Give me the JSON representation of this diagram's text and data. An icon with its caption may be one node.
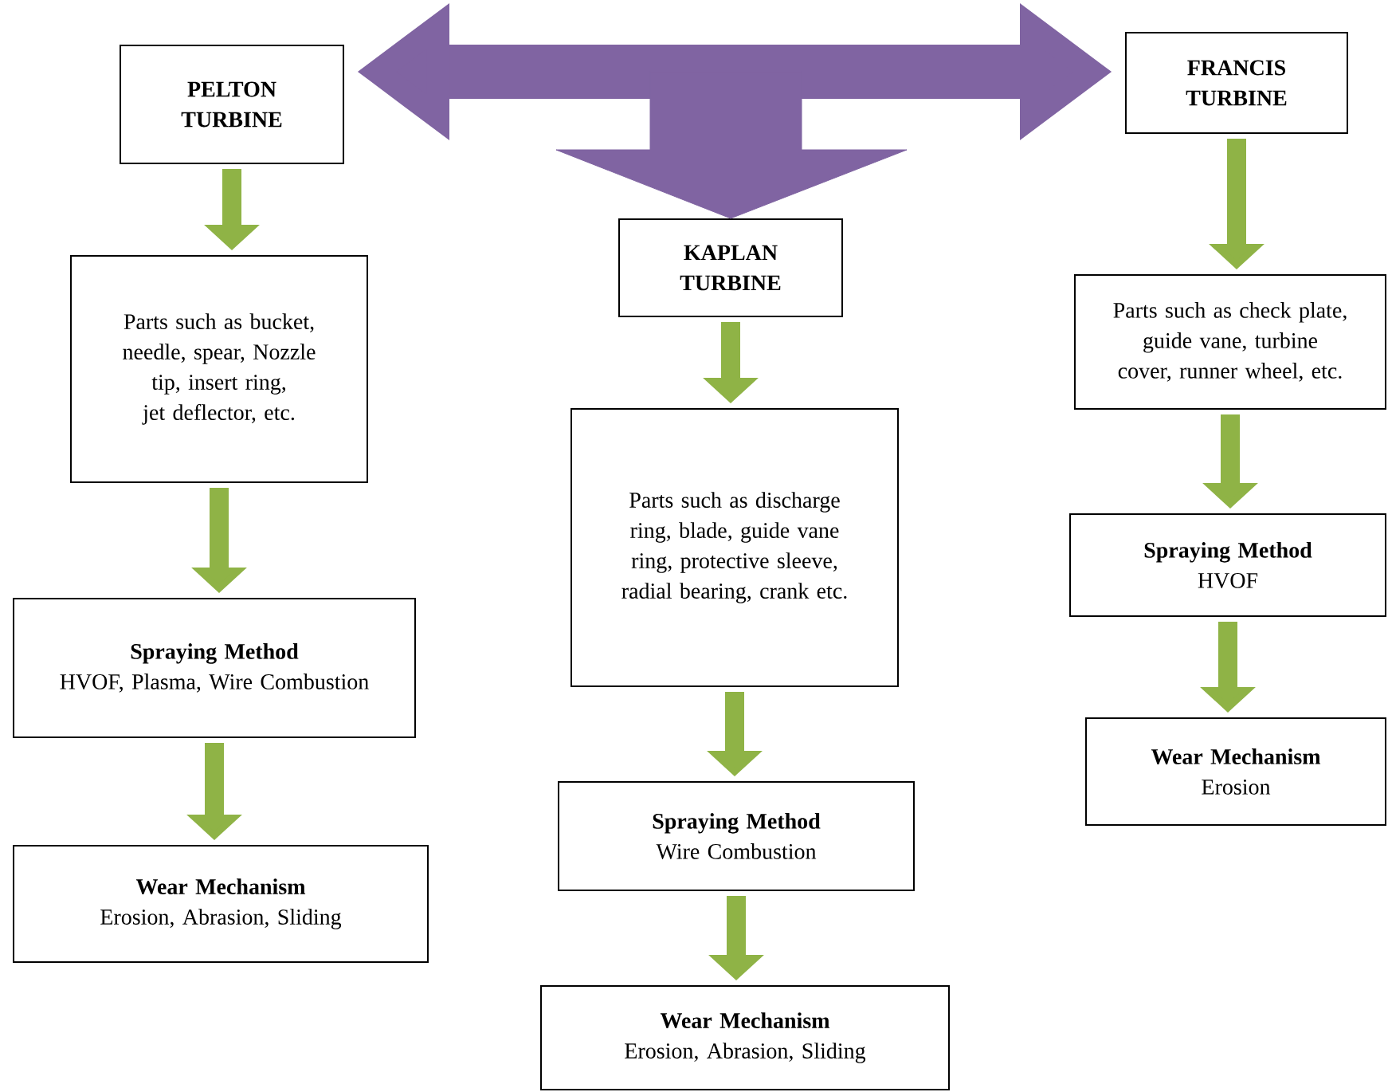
{
  "diagram": {
    "nodes": [
      {
        "text": [
          "PELTON TURBINE"
        ]
      },
      {
        "text": [
          "Parts such as bucket, needle, spear, Nozzle tip, insert ring, jet deflector, etc."
        ]
      },
      {
        "text": [
          "Spraying Method",
          "HVOF, Plasma, Wire Combustion"
        ]
      },
      {
        "text": [
          "Wear Mechanism",
          "Erosion, Abrasion, Sliding"
        ]
      },
      {
        "text": [
          "KAPLAN TURBINE"
        ]
      },
      {
        "text": [
          "Parts such as discharge ring, blade, guide vane ring, protective sleeve, radial bearing, crank etc."
        ]
      },
      {
        "text": [
          "Spraying Method",
          "Wire Combustion"
        ]
      },
      {
        "text": [
          "Wear Mechanism",
          "Erosion, Abrasion, Sliding"
        ]
      },
      {
        "text": [
          "FRANCIS TURBINE"
        ]
      },
      {
        "text": [
          "Parts such as check plate, guide vane, turbine cover, runner wheel, etc."
        ]
      },
      {
        "text": [
          "Spraying Method",
          "HVOF"
        ]
      },
      {
        "text": [
          "Wear Mechanism",
          "Erosion"
        ]
      }
    ],
    "edges": [
      {
        "from": 0,
        "to": 8,
        "arrow": "both",
        "style": "thick",
        "color": "#8064a2"
      },
      {
        "from": null,
        "to": 4,
        "arrow": "to",
        "style": "thick",
        "color": "#8064a2"
      },
      {
        "from": 0,
        "to": 1,
        "arrow": "to"
      },
      {
        "from": 1,
        "to": 2,
        "arrow": "to"
      },
      {
        "from": 2,
        "to": 3,
        "arrow": "to"
      },
      {
        "from": 4,
        "to": 5,
        "arrow": "to"
      },
      {
        "from": 5,
        "to": 6,
        "arrow": "to"
      },
      {
        "from": 6,
        "to": 7,
        "arrow": "to"
      },
      {
        "from": 8,
        "to": 9,
        "arrow": "to"
      },
      {
        "from": 9,
        "to": 10,
        "arrow": "to"
      },
      {
        "from": 10,
        "to": 11,
        "arrow": "to"
      }
    ]
  }
}
